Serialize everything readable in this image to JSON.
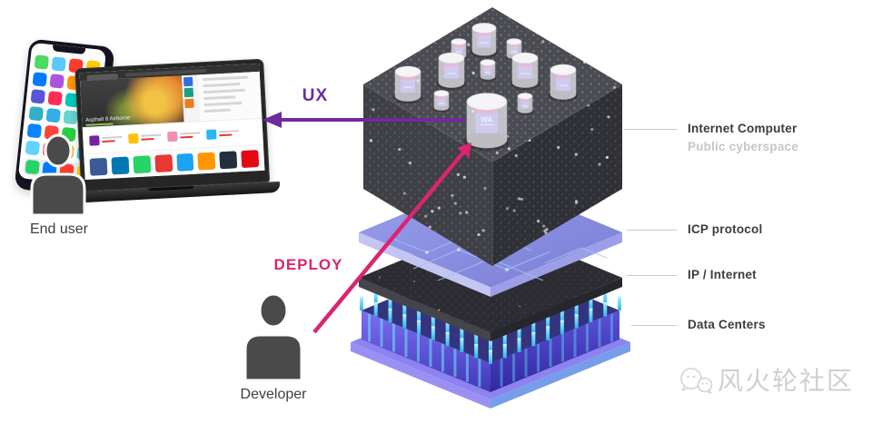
{
  "diagram": {
    "ux_label": "UX",
    "deploy_label": "DEPLOY",
    "end_user_label": "End user",
    "developer_label": "Developer",
    "canister_label": "WA",
    "layers": [
      {
        "title": "Internet Computer",
        "subtitle": "Public cyberspace"
      },
      {
        "title": "ICP protocol",
        "subtitle": ""
      },
      {
        "title": "IP / Internet",
        "subtitle": ""
      },
      {
        "title": "Data Centers",
        "subtitle": ""
      }
    ],
    "colors": {
      "ux_purple": "#6e2b9c",
      "deploy_pink": "#da2570",
      "icp_layer_purple": "#8488de",
      "datacenter_cyan": "#35c7ee",
      "cube_dark": "#3e3e45",
      "label_gray": "#3c3c3c",
      "subtitle_gray": "#c6c6c6"
    }
  },
  "devices": {
    "store_hero_caption": "Asphalt 8 Airborne"
  },
  "watermark": {
    "text": "风火轮社区"
  }
}
